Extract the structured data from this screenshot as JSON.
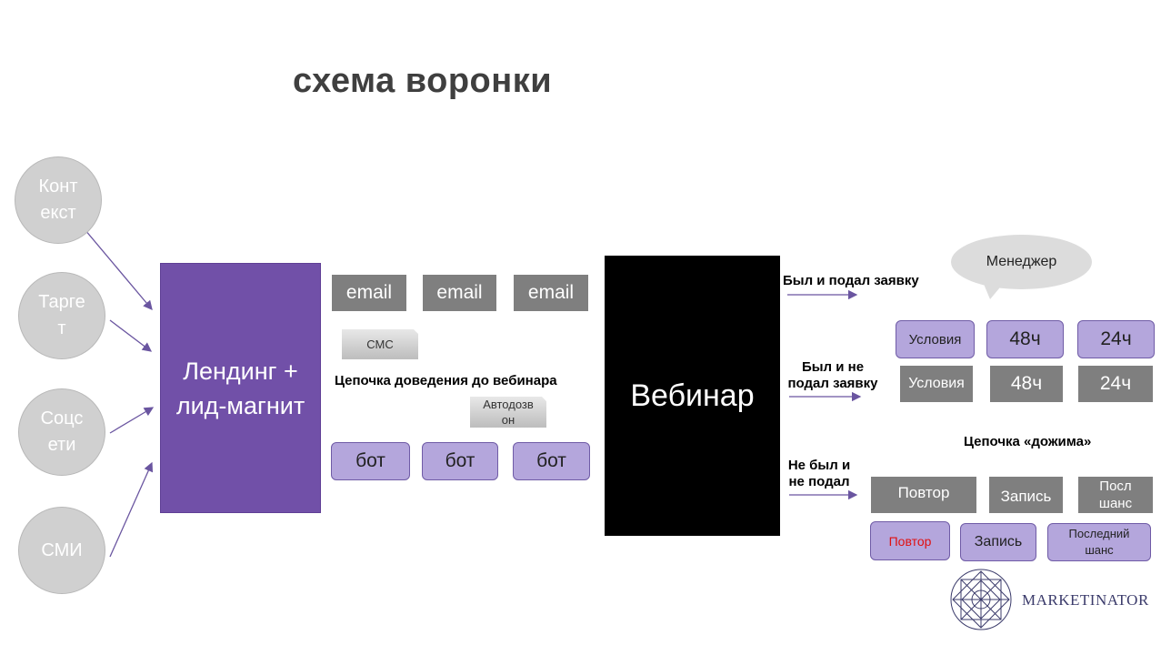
{
  "title": "схема воронки",
  "sources": [
    "Конт екст",
    "Тарге т",
    "Соцс ети",
    "СМИ"
  ],
  "landing": [
    "Лендинг +",
    "лид-магнит"
  ],
  "emails": [
    "email",
    "email",
    "email"
  ],
  "sms": "СМС",
  "chain_label": "Цепочка доведения до вебинара",
  "autodial": [
    "Автодозв",
    "он"
  ],
  "bots": [
    "бот",
    "бот",
    "бот"
  ],
  "webinar": "Вебинар",
  "branches": {
    "applied": "Был и подал заявку",
    "not_applied": [
      "Был и не",
      "подал заявку"
    ],
    "absent": [
      "Не был и",
      "не подал"
    ]
  },
  "manager": "Менеджер",
  "conditions_row_1": [
    "Условия",
    "48ч",
    "24ч"
  ],
  "conditions_row_2": [
    "Условия",
    "48ч",
    "24ч"
  ],
  "squeeze_label": "Цепочка «дожима»",
  "squeeze_row_1": [
    "Повтор",
    "Запись",
    "Посл шанс"
  ],
  "squeeze_row_2": [
    "Повтор",
    "Запись",
    "Последний шанс"
  ],
  "brand": "MARKETINATOR",
  "colors": {
    "landing": "#7150a8",
    "purple_box": "#b4a6dc",
    "gray_box": "#7f7f7f",
    "arrow": "#6a55a0",
    "red_text": "#e01010"
  }
}
